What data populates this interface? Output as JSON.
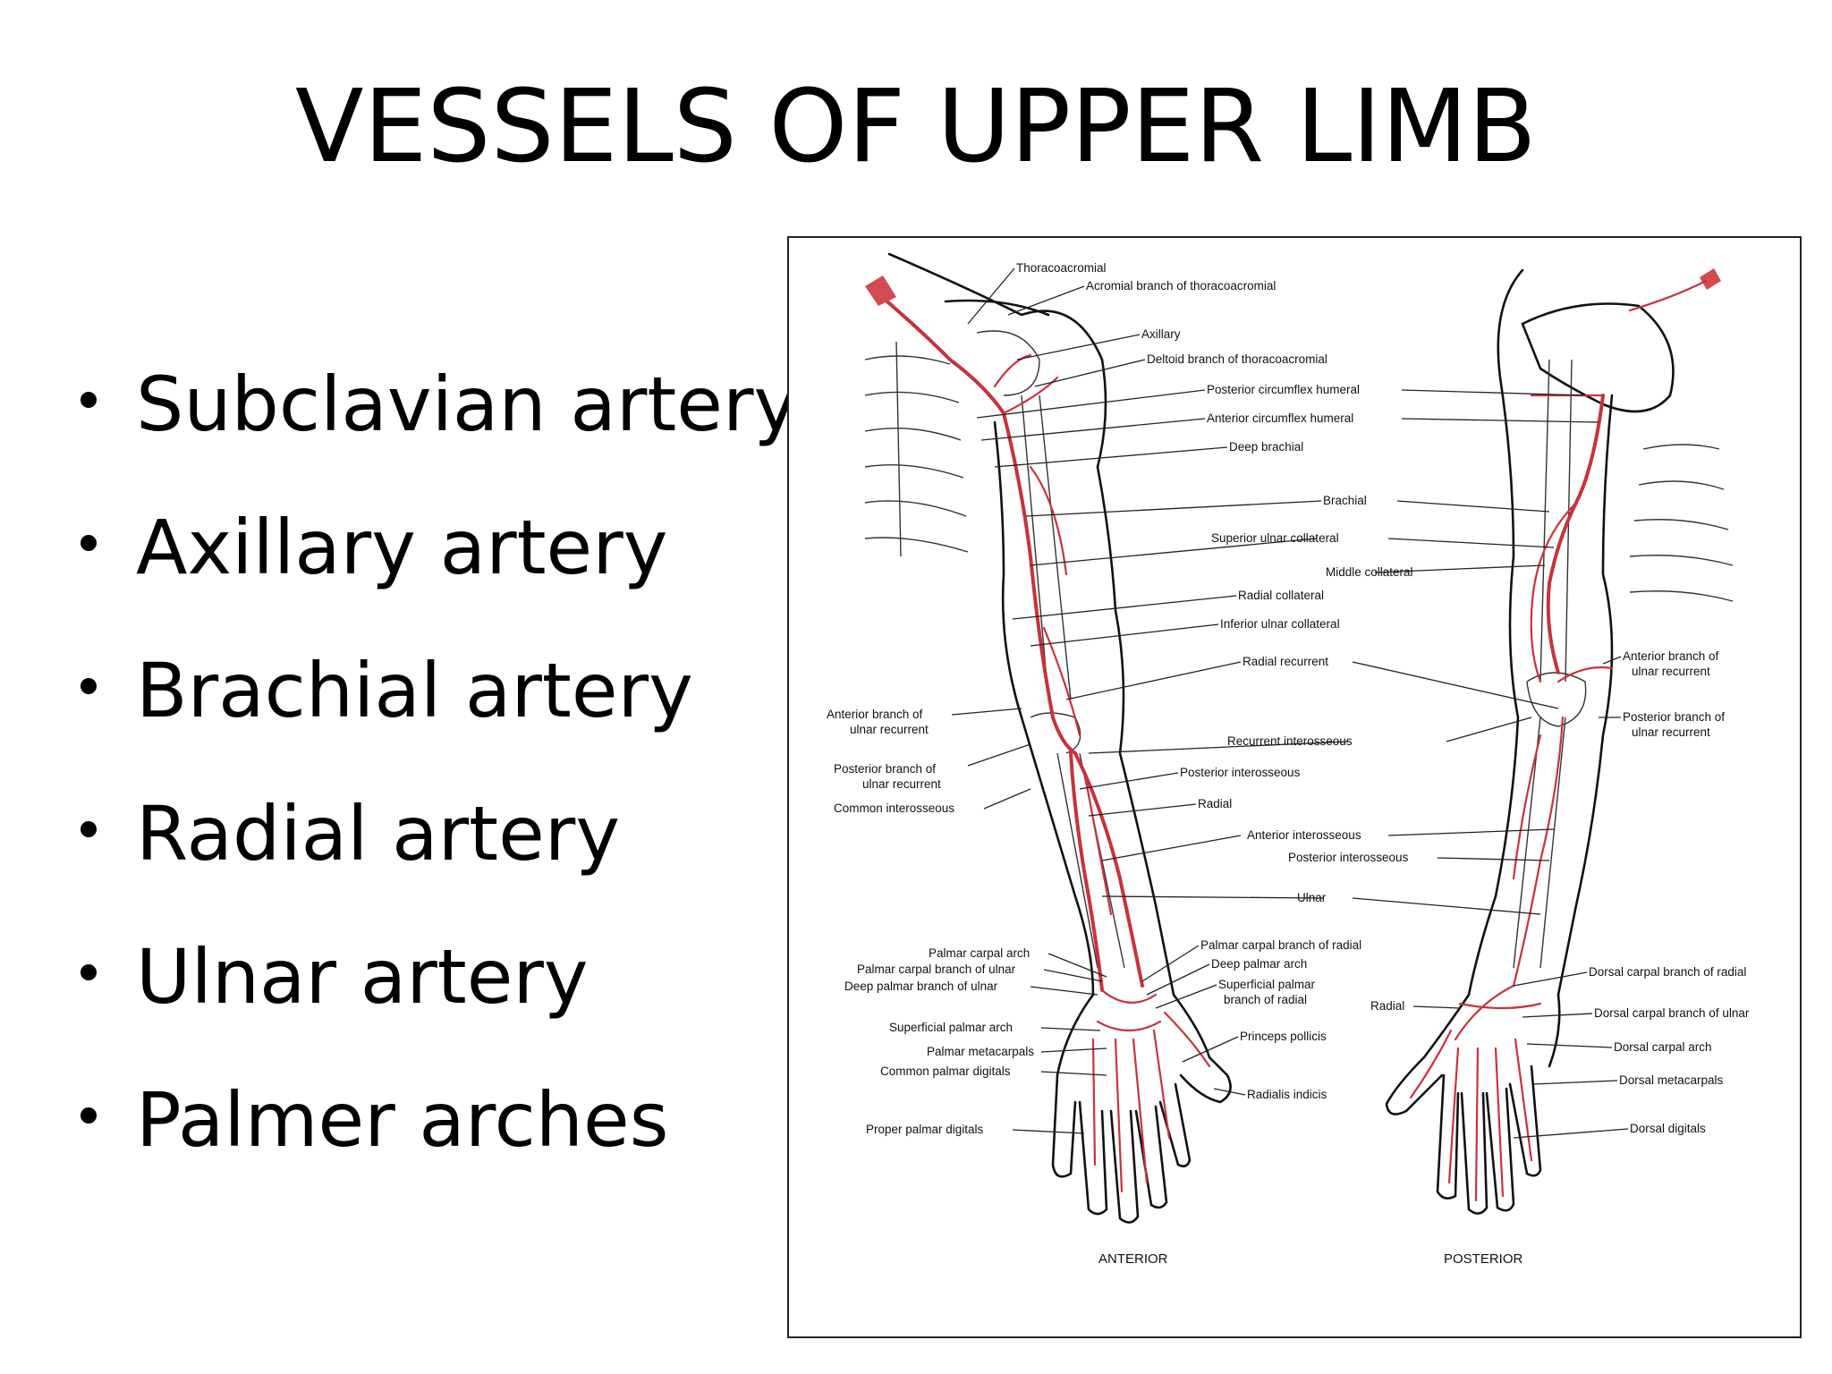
{
  "slide": {
    "title": "VESSELS OF UPPER LIMB",
    "bullets": [
      "Subclavian artery",
      "Axillary artery",
      "Brachial artery",
      "Radial artery",
      "Ulnar artery",
      "Palmer arches"
    ]
  },
  "figure": {
    "views": {
      "anterior": "ANTERIOR",
      "posterior": "POSTERIOR"
    },
    "labels": {
      "thoracoacromial": "Thoracoacromial",
      "acromial_branch": "Acromial branch of thoracoacromial",
      "axillary": "Axillary",
      "deltoid_branch": "Deltoid branch of thoracoacromial",
      "posterior_circumflex_humeral": "Posterior circumflex humeral",
      "anterior_circumflex_humeral": "Anterior circumflex humeral",
      "deep_brachial": "Deep brachial",
      "brachial": "Brachial",
      "superior_ulnar_collateral": "Superior ulnar collateral",
      "middle_collateral": "Middle collateral",
      "radial_collateral": "Radial collateral",
      "inferior_ulnar_collateral": "Inferior ulnar collateral",
      "radial_recurrent": "Radial recurrent",
      "recurrent_interosseous": "Recurrent interosseous",
      "posterior_interosseous": "Posterior interosseous",
      "radial": "Radial",
      "anterior_interosseous": "Anterior interosseous",
      "posterior_interosseous_2": "Posterior interosseous",
      "ulnar": "Ulnar",
      "left_anterior_branch_ulnar_recurrent_1": "Anterior branch of",
      "left_anterior_branch_ulnar_recurrent_2": "ulnar recurrent",
      "left_posterior_branch_ulnar_recurrent_1": "Posterior branch of",
      "left_posterior_branch_ulnar_recurrent_2": "ulnar recurrent",
      "common_interosseous": "Common interosseous",
      "right_anterior_branch_ulnar_recurrent_1": "Anterior branch of",
      "right_anterior_branch_ulnar_recurrent_2": "ulnar recurrent",
      "right_posterior_branch_ulnar_recurrent_1": "Posterior branch of",
      "right_posterior_branch_ulnar_recurrent_2": "ulnar recurrent",
      "palmar_carpal_arch": "Palmar carpal arch",
      "palmar_carpal_branch_ulnar": "Palmar carpal branch of ulnar",
      "deep_palmar_branch_ulnar": "Deep palmar branch of ulnar",
      "superficial_palmar_arch": "Superficial palmar arch",
      "palmar_metacarpals": "Palmar metacarpals",
      "common_palmar_digitals": "Common palmar digitals",
      "proper_palmar_digitals": "Proper palmar digitals",
      "palmar_carpal_branch_radial": "Palmar carpal branch of radial",
      "deep_palmar_arch": "Deep palmar arch",
      "superficial_palmar_branch_radial_1": "Superficial palmar",
      "superficial_palmar_branch_radial_2": "branch of radial",
      "princeps_pollicis": "Princeps pollicis",
      "radialis_indicis": "Radialis indicis",
      "radial_posterior": "Radial",
      "dorsal_carpal_branch_radial": "Dorsal carpal branch of radial",
      "dorsal_carpal_branch_ulnar": "Dorsal carpal branch of ulnar",
      "dorsal_carpal_arch": "Dorsal carpal arch",
      "dorsal_metacarpals": "Dorsal metacarpals",
      "dorsal_digitals": "Dorsal digitals"
    },
    "colors": {
      "artery": "#c8323c",
      "outline": "#111111"
    }
  }
}
